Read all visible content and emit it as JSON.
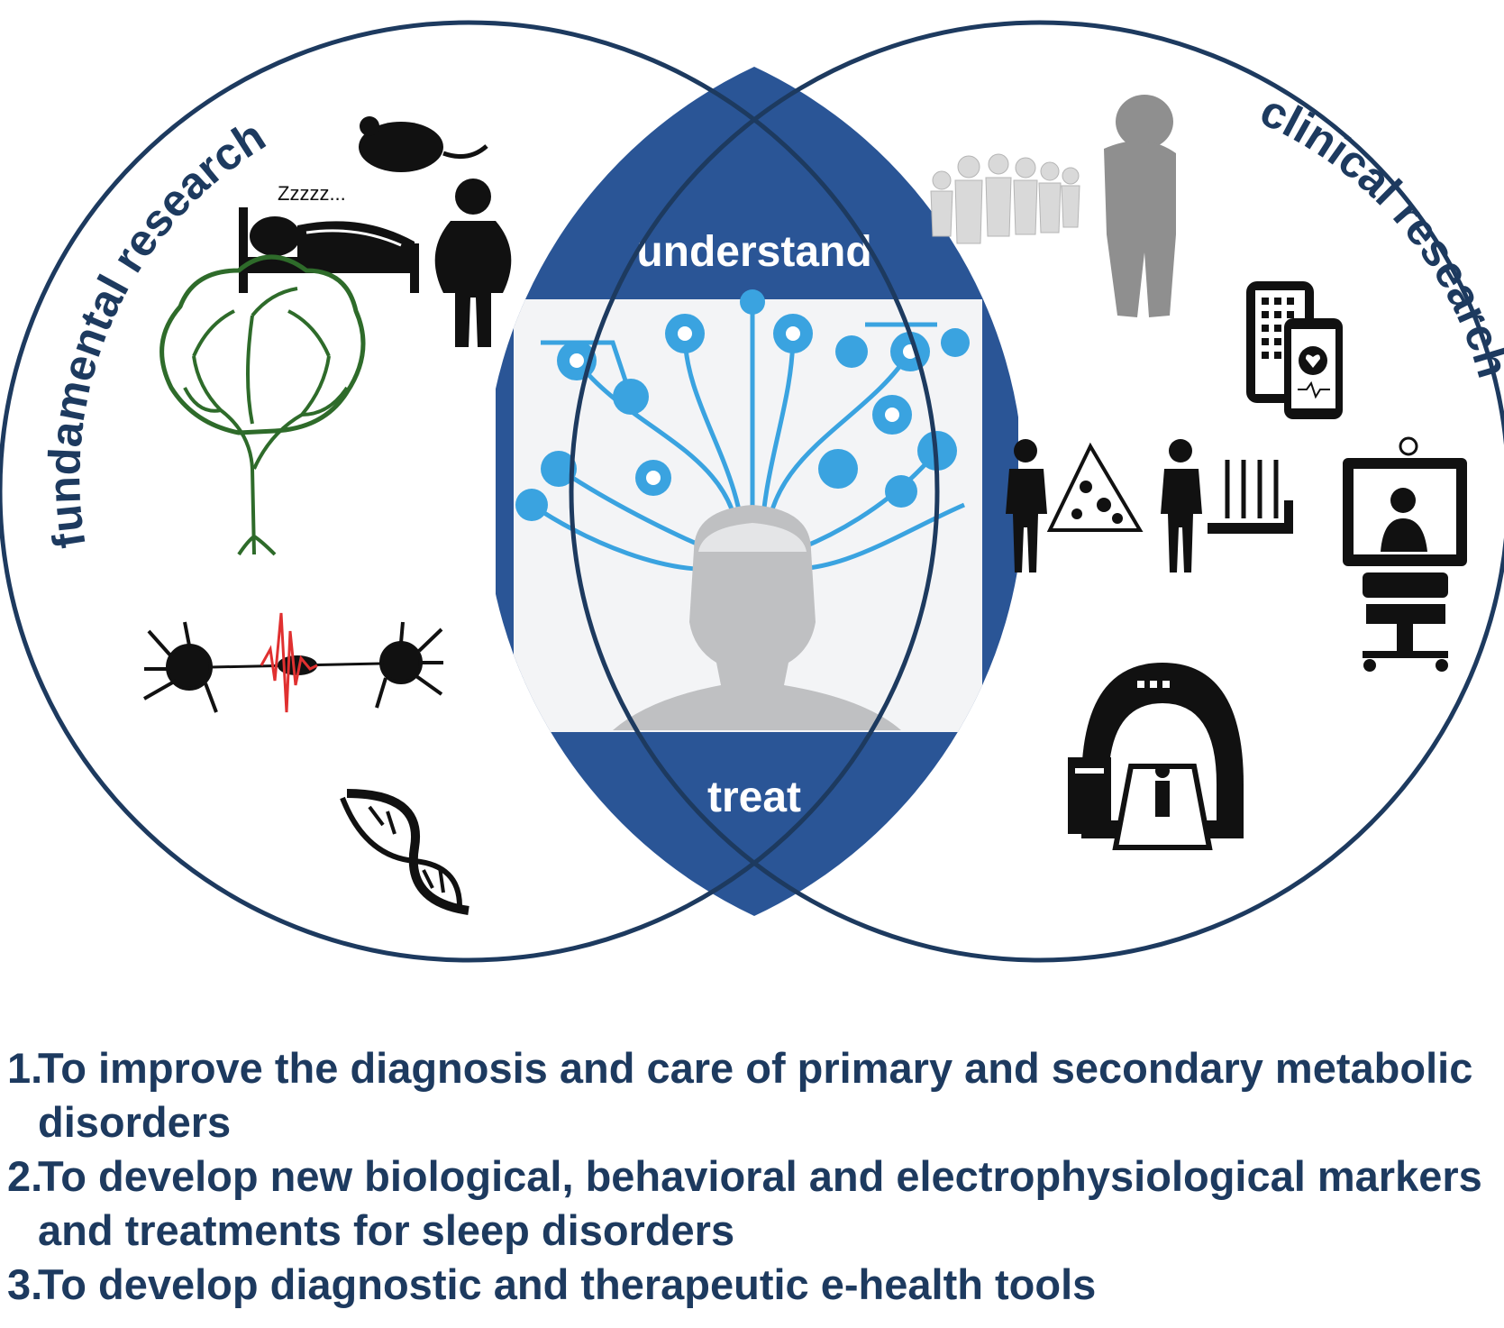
{
  "diagram": {
    "left_circle_label": "fundamental research",
    "right_circle_label": "clinical research",
    "center_top_label": "understand",
    "center_bottom_label": "treat",
    "left_icons": [
      "mouse-icon",
      "sleeping-person-icon",
      "zzz-icon",
      "obese-person-icon",
      "brain-tree-icon",
      "neuron-signal-icon",
      "dna-icon"
    ],
    "right_icons": [
      "crowd-icon",
      "sad-person-icon",
      "wearable-device-icon",
      "nutrition-icon",
      "lab-tests-icon",
      "telemedicine-icon",
      "mri-scanner-icon"
    ],
    "center_icons": [
      "head-network-icon"
    ],
    "zzz_text": "Zzzzz...",
    "colors": {
      "outline": "#1d3a5f",
      "band": "#2a5596",
      "network": "#3aa3e0",
      "text": "#1d3a5f"
    }
  },
  "goals": [
    {
      "num": "1.",
      "text": "To improve the diagnosis and care of primary and secondary metabolic disorders"
    },
    {
      "num": "2.",
      "text": "To develop new biological, behavioral and electrophysiological markers and treatments for sleep disorders"
    },
    {
      "num": "3.",
      "text": "To develop diagnostic and therapeutic e-health tools"
    }
  ]
}
